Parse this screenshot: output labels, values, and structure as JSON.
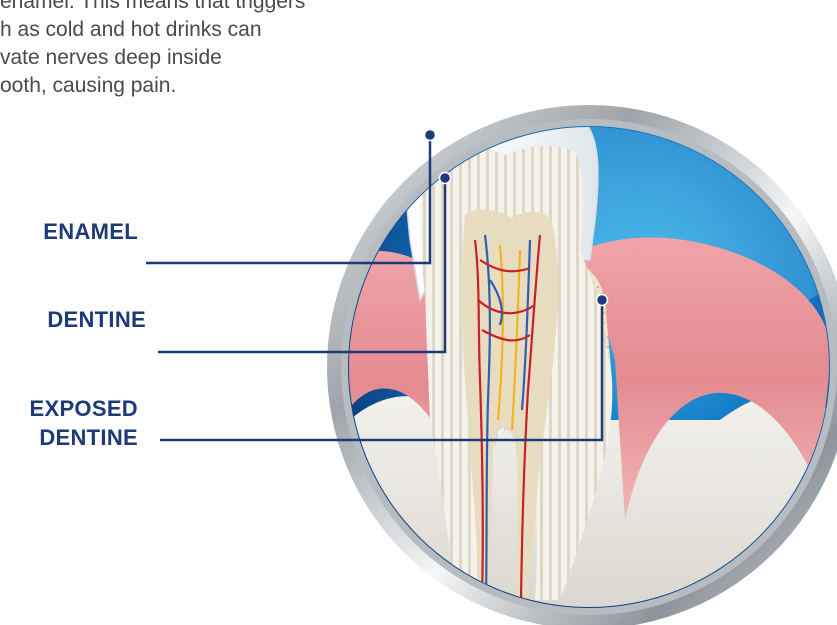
{
  "intro": {
    "lines": [
      "enamel. This means that triggers",
      "h as cold and hot drinks can",
      "vate nerves deep inside",
      "ooth, causing pain."
    ]
  },
  "labels": {
    "enamel": "ENAMEL",
    "dentine": "DENTINE",
    "exposed_line1": "EXPOSED",
    "exposed_line2": "DENTINE"
  },
  "colors": {
    "label_text": "#1e3a78",
    "body_text": "#4a4a4a",
    "background_blue": "#0d4fa0",
    "gum": "#e58e93",
    "enamel": "#f4f7f9"
  }
}
